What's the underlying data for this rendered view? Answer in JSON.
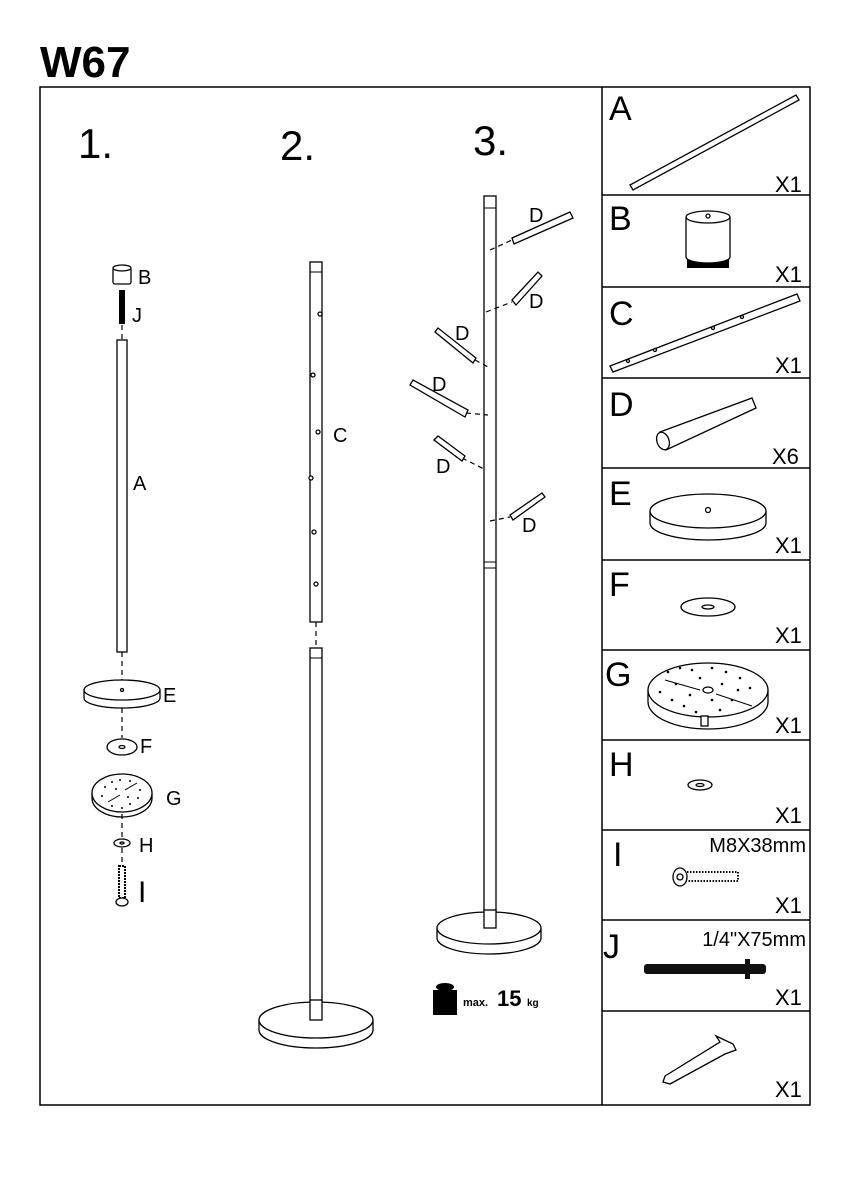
{
  "title": "W67",
  "steps": [
    {
      "number": "1.",
      "labels": {
        "B": "B",
        "J": "J",
        "A": "A",
        "E": "E",
        "F": "F",
        "G": "G",
        "H": "H",
        "I": "I"
      }
    },
    {
      "number": "2.",
      "labels": {
        "C": "C"
      }
    },
    {
      "number": "3.",
      "labels": {
        "D": "D"
      }
    }
  ],
  "max_load": {
    "prefix": "max.",
    "value": "15",
    "unit": "kg"
  },
  "parts": [
    {
      "letter": "A",
      "spec": "",
      "qty": "X1"
    },
    {
      "letter": "B",
      "spec": "",
      "qty": "X1"
    },
    {
      "letter": "C",
      "spec": "",
      "qty": "X1"
    },
    {
      "letter": "D",
      "spec": "",
      "qty": "X6"
    },
    {
      "letter": "E",
      "spec": "",
      "qty": "X1"
    },
    {
      "letter": "F",
      "spec": "",
      "qty": "X1"
    },
    {
      "letter": "G",
      "spec": "",
      "qty": "X1"
    },
    {
      "letter": "H",
      "spec": "",
      "qty": "X1"
    },
    {
      "letter": "I",
      "spec": "M8X38mm",
      "qty": "X1"
    },
    {
      "letter": "J",
      "spec": "1/4\"X75mm",
      "qty": "X1"
    },
    {
      "letter": "",
      "spec": "",
      "qty": "X1"
    }
  ]
}
